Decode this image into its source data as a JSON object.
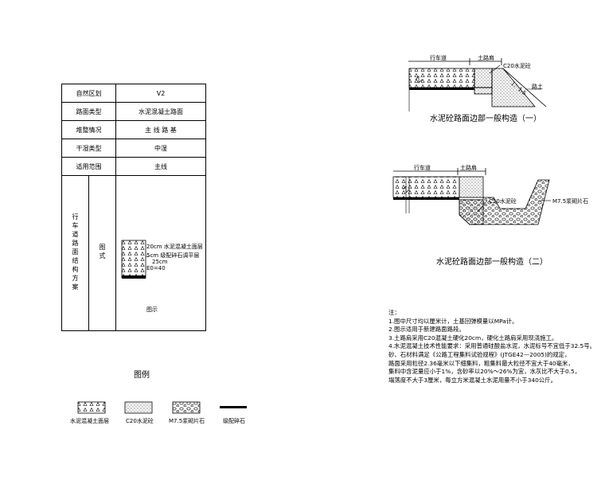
{
  "table": {
    "rows": [
      {
        "label": "自然区划",
        "value": "V2"
      },
      {
        "label": "路面类型",
        "value": "水泥混凝土路面"
      },
      {
        "label": "堆整情况",
        "value": "主 线 路 基"
      },
      {
        "label": "干湿类型",
        "value": "中湿"
      },
      {
        "label": "适用范围",
        "value": "主线"
      }
    ],
    "structure_label": "行车道路面结构方案",
    "figure_label": "图式",
    "figure_caption": "图示",
    "layer1": "20cm 水泥混凝土面层",
    "layer2": "5cm 级配碎石调平层",
    "total": "25cm",
    "e0": "E0=40"
  },
  "fig1": {
    "lane": "行车道",
    "shoulder": "土路肩",
    "c20": "C20水泥砼",
    "slope": "1：1.5",
    "soil": "路土",
    "caption": "水泥砼路面边部一般构造（一）"
  },
  "fig2": {
    "lane": "行车道",
    "shoulder": "土路肩",
    "c20": "C20水泥砼",
    "m75": "M7.5浆砌片石",
    "caption": "水泥砼路面边部一般构造（二）"
  },
  "notes": {
    "title": "注：",
    "lines": [
      "1.图中尺寸均以厘米计，土基回弹模量以MPa计。",
      "2.图示适用于新建路面路段。",
      "3.土路肩采用C20混凝土硬化20cm，硬化土路肩采用现浇施工。",
      "4.水泥混凝土技术性能要求：采用普通硅酸盐水泥，水泥标号不宜低于32.5号。",
      "   砂、石材料满足《公路工程集料试验规程》(JTGE42—2005)的规定，",
      "   路面采用粒径2.36毫米以下细集料，粗集料最大粒径不宜大于40毫米，",
      "   集料中含泥量应小于1%，含砂率以20%～26%为宜，水灰比不大于0.5，",
      "   塌落度不大于3厘米，每立方米混凝土水泥用量不小于340公斤。"
    ]
  },
  "legend": {
    "title": "图例",
    "items": [
      "水泥混凝土面层",
      "C20水泥砼",
      "M7.5浆砌片石",
      "级配碎石"
    ]
  }
}
